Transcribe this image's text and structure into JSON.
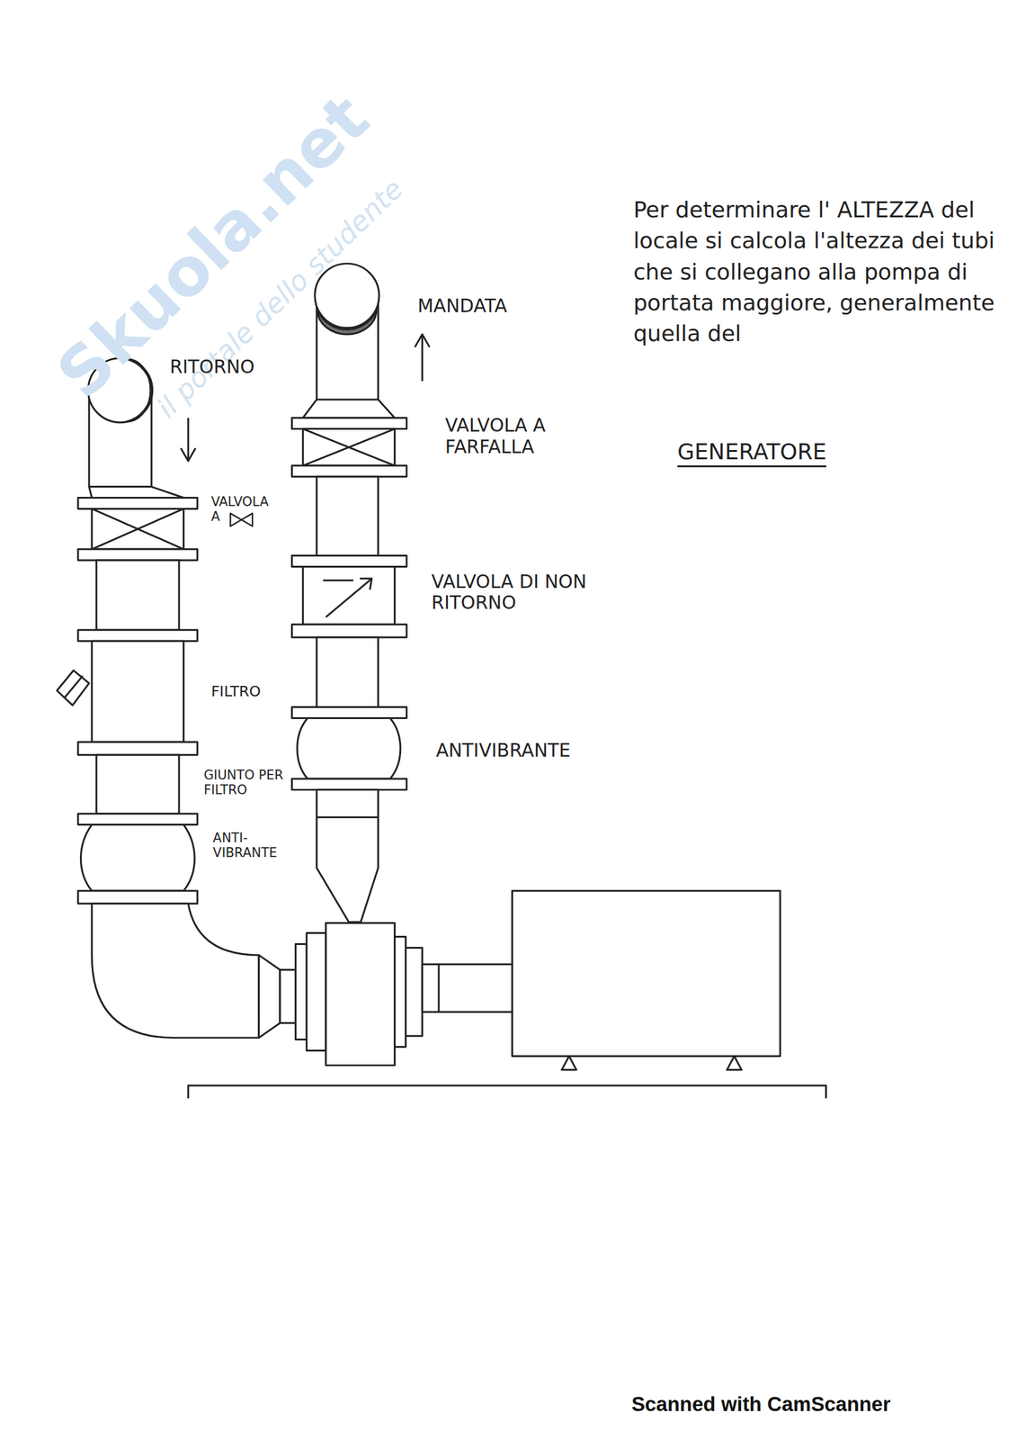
{
  "diagram": {
    "labels": [
      "Skuola.net",
      "il portale dello studente",
      "MANDATA",
      "RITORNO",
      "Per determinare l' ALTEZZA del locale si calcola l'altezza dei tubi che si collegano alla pompa di portata maggiore, generalmente quella del",
      "GENERATORE",
      "VALVOLA A FARFALLA",
      "VALVOLA A",
      "VALVOLA DI NON RITORNO",
      "FILTRO",
      "ANTIVIBRANTE",
      "GIUNTO PER FILTRO",
      "ANTI- VIBRANTE",
      "Scanned with CamScanner"
    ]
  }
}
